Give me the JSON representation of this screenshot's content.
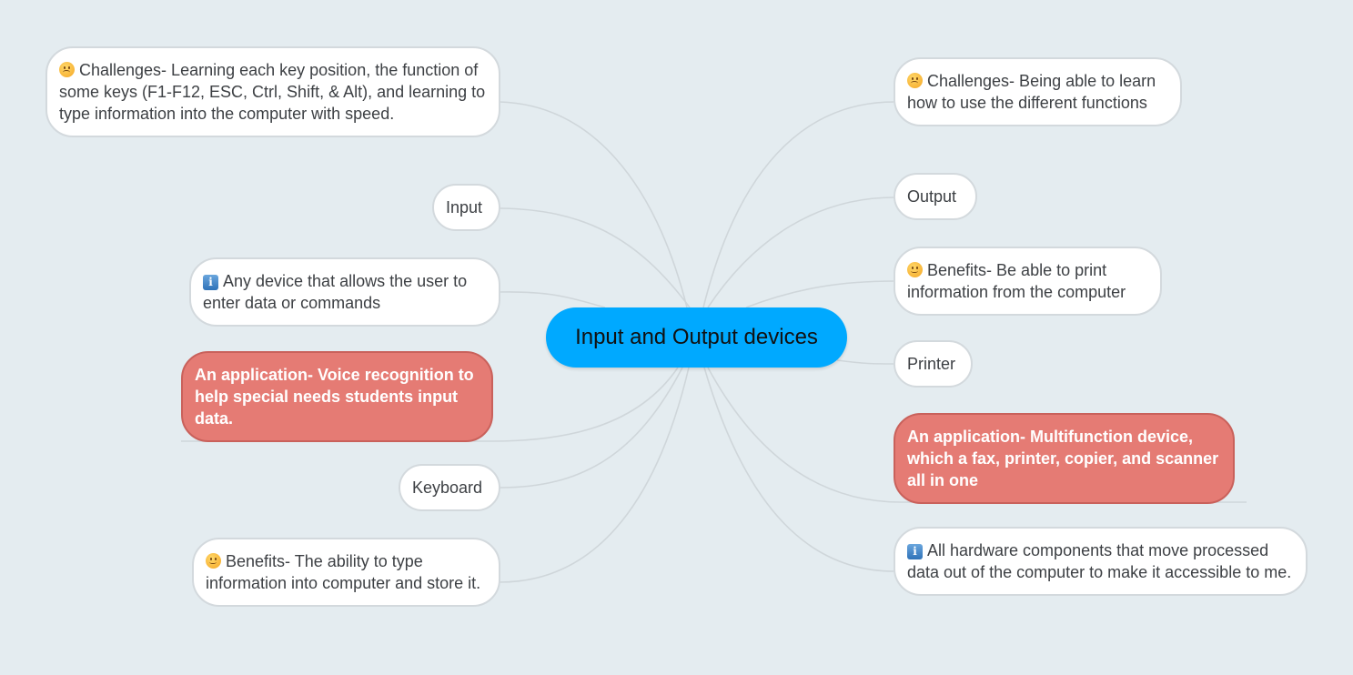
{
  "central_topic": {
    "label": "Input and Output devices",
    "color": "#00a9ff"
  },
  "left_branch": {
    "nodes": [
      {
        "id": "challenges",
        "icon": "sad-face",
        "text": "Challenges- Learning each key position, the function of some keys (F1-F12, ESC, Ctrl, Shift, & Alt), and learning to type information into the computer with speed."
      },
      {
        "id": "input",
        "icon": null,
        "text": "Input"
      },
      {
        "id": "definition",
        "icon": "info",
        "text": "Any device that allows the user to enter data or commands"
      },
      {
        "id": "application",
        "icon": null,
        "text": "An application- Voice recognition to help special needs students input data.",
        "color": "#e57b74"
      },
      {
        "id": "keyboard",
        "icon": null,
        "text": "Keyboard"
      },
      {
        "id": "benefits",
        "icon": "smile-face",
        "text": "Benefits-  The ability to type information into computer and store it."
      }
    ]
  },
  "right_branch": {
    "nodes": [
      {
        "id": "challenges",
        "icon": "slight-frown",
        "text": "Challenges- Being able to learn how to use the different functions"
      },
      {
        "id": "output",
        "icon": null,
        "text": "Output"
      },
      {
        "id": "benefits",
        "icon": "smile-face",
        "text": "Benefits- Be able to print information from the computer"
      },
      {
        "id": "printer",
        "icon": null,
        "text": "Printer"
      },
      {
        "id": "application",
        "icon": null,
        "text": "An application- Multifunction device, which a fax, printer, copier, and scanner all in one",
        "color": "#e57b74"
      },
      {
        "id": "definition",
        "icon": "info",
        "text": "All hardware components that move processed data out of the computer to make it accessible to me."
      }
    ]
  },
  "icons": {
    "info_glyph": "i"
  },
  "colors": {
    "background": "#e4ecf0",
    "connector": "#cfd6da",
    "highlight_node": "#e57b74"
  }
}
